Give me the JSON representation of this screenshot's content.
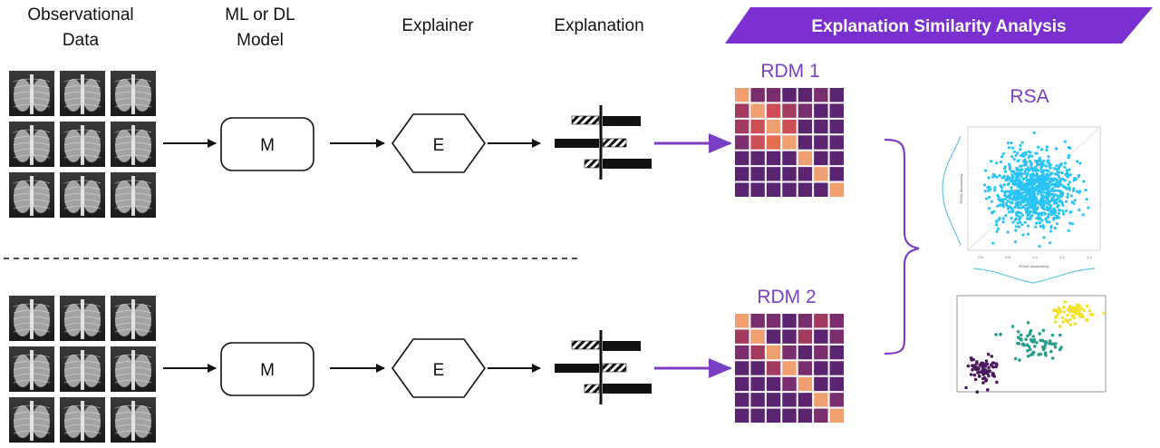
{
  "headers": {
    "observational_line1": "Observational",
    "observational_line2": "Data",
    "model_line1": "ML or DL",
    "model_line2": "Model",
    "explainer": "Explainer",
    "explanation": "Explanation"
  },
  "banner": {
    "text": "Explanation Similarity Analysis",
    "color": "#7b2fd0"
  },
  "model_box_label": "M",
  "explainer_label": "E",
  "rdm_titles": [
    "RDM 1",
    "RDM 2"
  ],
  "rsa_title": "RSA",
  "scatter_axis": {
    "x_ticks": [
      "0.6",
      "0.8",
      "1.0",
      "1.2",
      "1.4"
    ],
    "x_label": "RDM2 dissimilarity",
    "y_label": "RDM1 dissimilarity"
  },
  "colors": {
    "accent": "#7b3fc4",
    "scatter": "#29c3f4",
    "cluster_purple": "#4b1a5e",
    "cluster_teal": "#2a9e8e",
    "cluster_yellow": "#f2e128"
  },
  "rdm_matrices": [
    [
      [
        0.95,
        0.35,
        0.3,
        0.25,
        0.15,
        0.35,
        0.25
      ],
      [
        0.45,
        0.95,
        0.65,
        0.45,
        0.4,
        0.2,
        0.15
      ],
      [
        0.55,
        0.65,
        0.95,
        0.7,
        0.15,
        0.2,
        0.15
      ],
      [
        0.35,
        0.7,
        0.75,
        0.95,
        0.15,
        0.25,
        0.2
      ],
      [
        0.15,
        0.15,
        0.15,
        0.15,
        0.95,
        0.2,
        0.15
      ],
      [
        0.2,
        0.15,
        0.2,
        0.15,
        0.15,
        0.95,
        0.15
      ],
      [
        0.15,
        0.2,
        0.15,
        0.15,
        0.15,
        0.2,
        0.95
      ]
    ],
    [
      [
        0.95,
        0.35,
        0.3,
        0.2,
        0.4,
        0.45,
        0.35
      ],
      [
        0.55,
        0.95,
        0.25,
        0.2,
        0.45,
        0.25,
        0.35
      ],
      [
        0.3,
        0.45,
        0.95,
        0.4,
        0.25,
        0.3,
        0.2
      ],
      [
        0.2,
        0.25,
        0.5,
        0.95,
        0.35,
        0.25,
        0.2
      ],
      [
        0.25,
        0.2,
        0.25,
        0.3,
        0.95,
        0.2,
        0.2
      ],
      [
        0.2,
        0.2,
        0.2,
        0.25,
        0.2,
        0.95,
        0.3
      ],
      [
        0.15,
        0.2,
        0.15,
        0.2,
        0.2,
        0.3,
        0.95
      ]
    ]
  ]
}
